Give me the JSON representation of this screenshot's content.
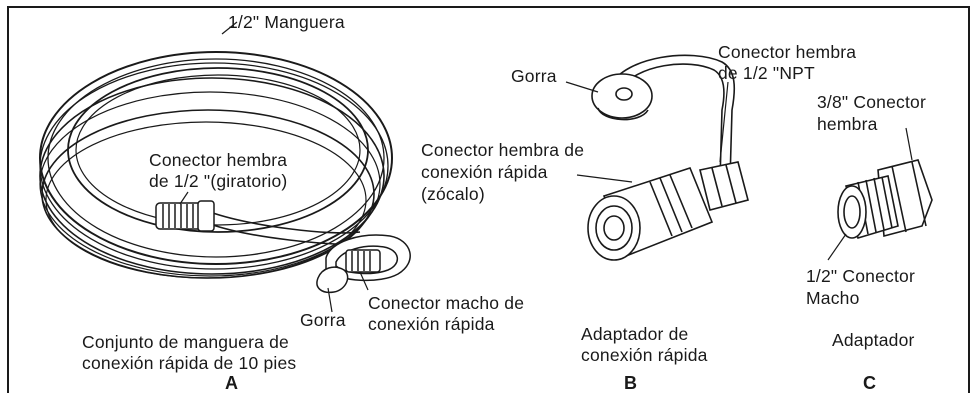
{
  "panel_a": {
    "hose_label": "1/2\" Manguera",
    "swivel_line1": "Conector hembra",
    "swivel_line2": "de 1/2 \"(giratorio)",
    "cap_label": "Gorra",
    "male_line1": "Conector macho de",
    "male_line2": "conexión rápida",
    "caption_line1": "Conjunto de manguera de",
    "caption_line2": "conexión rápida de 10 pies",
    "letter": "A"
  },
  "panel_b": {
    "cap_label": "Gorra",
    "npt_line1": "Conector hembra",
    "npt_line2": "de 1/2 \"NPT",
    "socket_line1": "Conector hembra de",
    "socket_line2": "conexión rápida",
    "socket_line3": "(zócalo)",
    "caption_line1": "Adaptador de",
    "caption_line2": "conexión rápida",
    "letter": "B"
  },
  "panel_c": {
    "female_line1": "3/8\" Conector",
    "female_line2": "hembra",
    "male_line1": "1/2\" Conector",
    "male_line2": "Macho",
    "caption": "Adaptador",
    "letter": "C"
  }
}
